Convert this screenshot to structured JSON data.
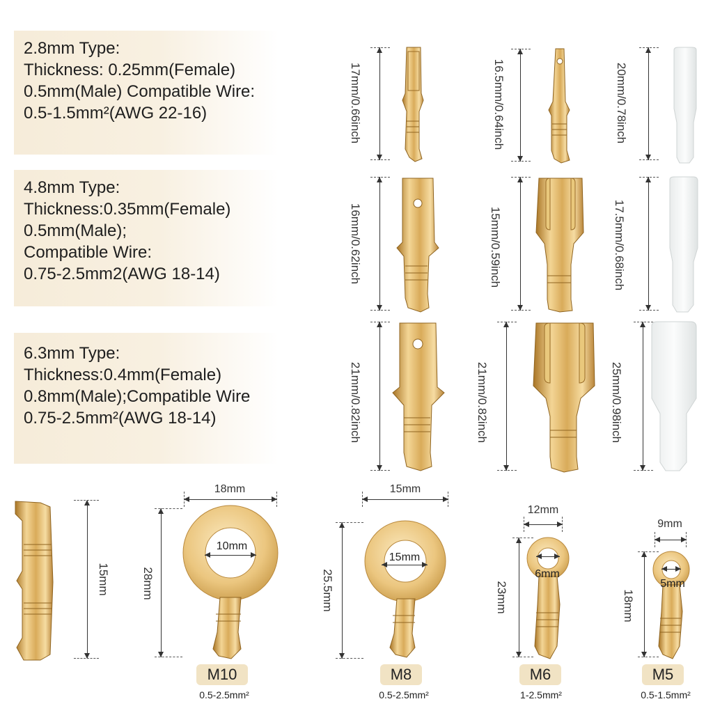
{
  "specs": [
    {
      "lines": [
        "2.8mm Type:",
        "Thickness: 0.25mm(Female)",
        "0.5mm(Male) Compatible Wire:",
        "0.5-1.5mm²(AWG 22-16)"
      ]
    },
    {
      "lines": [
        "4.8mm Type:",
        "Thickness:0.35mm(Female)",
        "0.5mm(Male);",
        "Compatible Wire:",
        "0.75-2.5mm2(AWG 18-14)"
      ]
    },
    {
      "lines": [
        "6.3mm Type:",
        "Thickness:0.4mm(Female)",
        "0.8mm(Male);Compatible Wire",
        "0.75-2.5mm²(AWG 18-14)"
      ]
    }
  ],
  "dims": {
    "r1": [
      "17mm/0.66inch",
      "16.5mm/0.64inch",
      "20mm/0.78inch"
    ],
    "r2": [
      "16mm/0.62inch",
      "15mm/0.59inch",
      "17.5mm/0.68inch"
    ],
    "r3": [
      "21mm/0.82inch",
      "21mm/0.82inch",
      "25mm/0.98inch"
    ]
  },
  "butt": {
    "height": "15mm"
  },
  "rings": [
    {
      "size": "M10",
      "wire": "0.5-2.5mm²",
      "outer": "18mm",
      "inner": "10mm",
      "height": "28mm"
    },
    {
      "size": "M8",
      "wire": "0.5-2.5mm²",
      "outer": "15mm",
      "inner": "15mm",
      "height": "25.5mm"
    },
    {
      "size": "M6",
      "wire": "1-2.5mm²",
      "outer": "12mm",
      "inner": "6mm",
      "height": "23mm"
    },
    {
      "size": "M5",
      "wire": "0.5-1.5mm²",
      "outer": "9mm",
      "inner": "5mm",
      "height": "18mm"
    }
  ],
  "colors": {
    "brass_light": "#f6dca2",
    "brass_mid": "#d9ab5a",
    "brass_dark": "#a97526",
    "spec_bg": "#f6ecd9"
  }
}
